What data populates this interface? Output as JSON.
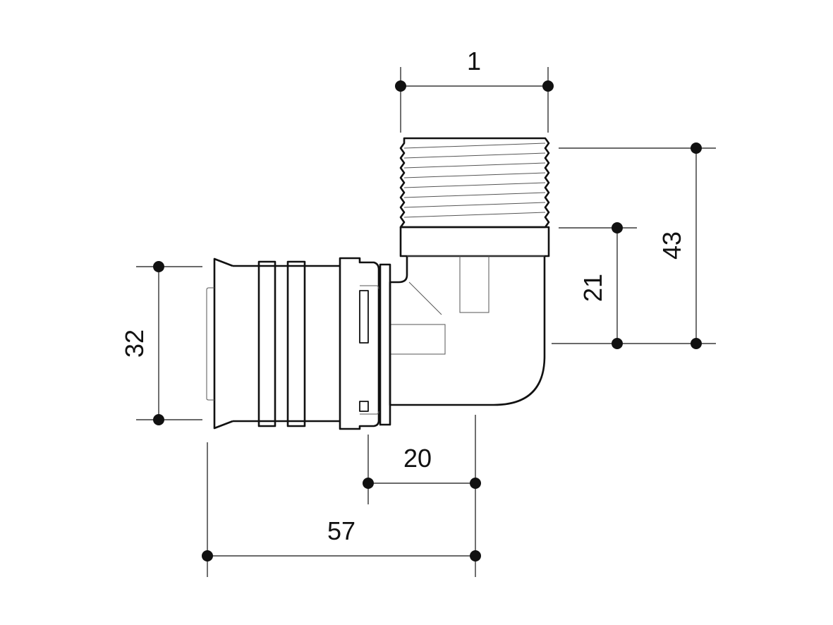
{
  "dimensions": {
    "thread_size": "1",
    "height_total": "43",
    "height_to_collar": "21",
    "pipe_diameter": "32",
    "offset": "20",
    "length_total": "57"
  }
}
